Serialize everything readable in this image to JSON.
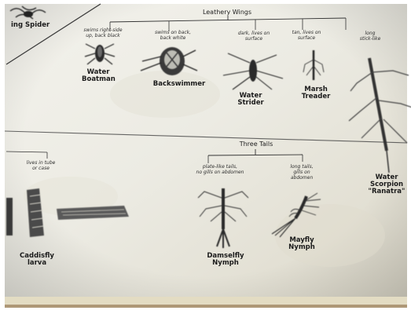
{
  "image": {
    "subject": "photo of a printed aquatic insect identification chart",
    "palette": {
      "paper": "#eeede6",
      "ink": "#1b1b1b",
      "border_bottom": "#e2dcc4",
      "table_edge": "#7a5a3a"
    }
  },
  "top_left": {
    "label": "ing Spider"
  },
  "groups": {
    "leathery": "Leathery Wings",
    "three_tails": "Three Tails"
  },
  "leathery_insects": [
    {
      "desc": [
        "swims right-side",
        "up, back black"
      ],
      "name": [
        "Water",
        "Boatman"
      ]
    },
    {
      "desc": [
        "swims on back,",
        "back white"
      ],
      "name": [
        "Backswimmer"
      ]
    },
    {
      "desc": [
        "dark, lives on",
        "surface"
      ],
      "name": [
        "Water",
        "Strider"
      ]
    },
    {
      "desc": [
        "tan, lives on",
        "surface"
      ],
      "name": [
        "Marsh",
        "Treader"
      ]
    },
    {
      "desc": [
        "long",
        "stick-like"
      ],
      "name": [
        "Water",
        "Scorpion",
        "\"Ranatra\""
      ]
    }
  ],
  "three_tail_insects": [
    {
      "desc": [
        "plate-like tails,",
        "no gills on abdomen"
      ],
      "name": [
        "Damselfly",
        "Nymph"
      ]
    },
    {
      "desc": [
        "long tails,",
        "gills on",
        "abdomen"
      ],
      "name": [
        "Mayfly",
        "Nymph"
      ]
    }
  ],
  "caddisfly": {
    "desc": [
      "lives in tube",
      "or case"
    ],
    "name": [
      "Caddisfly",
      "larva"
    ]
  }
}
